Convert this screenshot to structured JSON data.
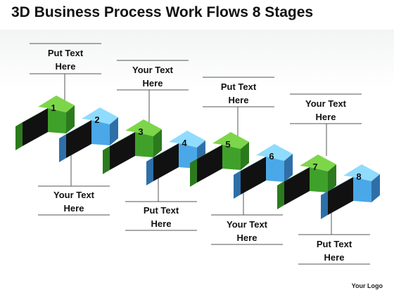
{
  "title": "3D Business Process Work Flows 8 Stages",
  "logo": "Your Logo",
  "colors": {
    "green_top": "#7dd64a",
    "green_front": "#3fa12a",
    "green_side": "#2c7a1e",
    "blue_top": "#8fdcff",
    "blue_front": "#4aa8e8",
    "blue_side": "#2f6fa8"
  },
  "stages": [
    {
      "number": "1",
      "color": "green",
      "label": [
        "Put Text",
        "Here"
      ],
      "label_position": "top"
    },
    {
      "number": "2",
      "color": "blue",
      "label": [
        "Your Text",
        "Here"
      ],
      "label_position": "bottom"
    },
    {
      "number": "3",
      "color": "green",
      "label": [
        "Your Text",
        "Here"
      ],
      "label_position": "top"
    },
    {
      "number": "4",
      "color": "blue",
      "label": [
        "Put Text",
        "Here"
      ],
      "label_position": "bottom"
    },
    {
      "number": "5",
      "color": "green",
      "label": [
        "Put Text",
        "Here"
      ],
      "label_position": "top"
    },
    {
      "number": "6",
      "color": "blue",
      "label": [
        "Your Text",
        "Here"
      ],
      "label_position": "bottom"
    },
    {
      "number": "7",
      "color": "green",
      "label": [
        "Your Text",
        "Here"
      ],
      "label_position": "top"
    },
    {
      "number": "8",
      "color": "blue",
      "label": [
        "Put Text",
        "Here"
      ],
      "label_position": "bottom"
    }
  ]
}
